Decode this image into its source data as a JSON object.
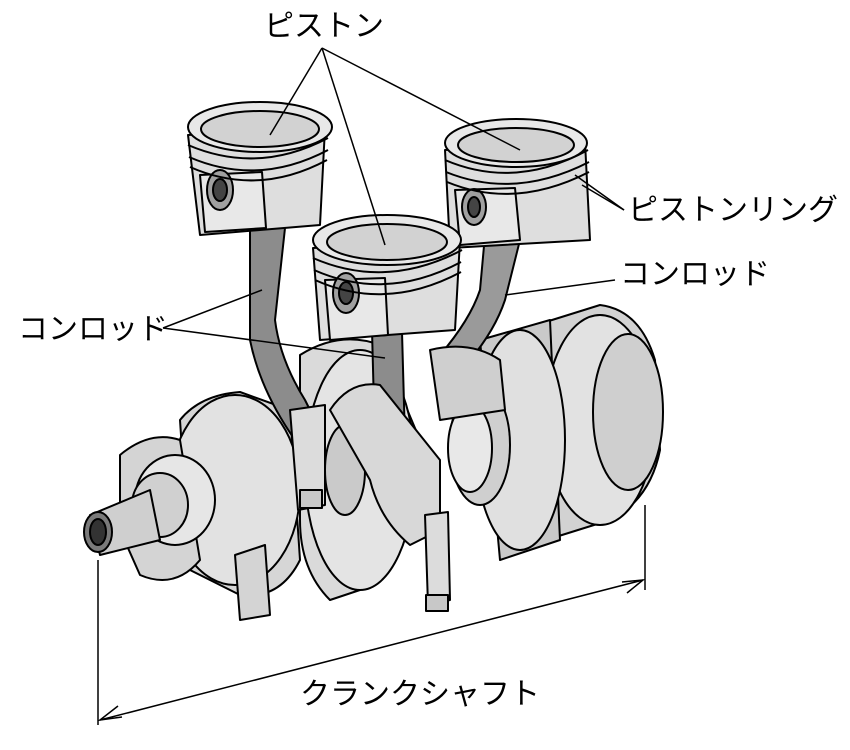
{
  "labels": {
    "piston": "ピストン",
    "piston_ring": "ピストンリング",
    "conrod_right": "コンロッド",
    "conrod_left": "コンロッド",
    "crankshaft": "クランクシャフト"
  },
  "colors": {
    "metal_light": "#e6e6e6",
    "metal_mid": "#cfcfcf",
    "metal_dark": "#a8a8a8",
    "rod_dark": "#7a7a7a",
    "outline": "#000000"
  }
}
